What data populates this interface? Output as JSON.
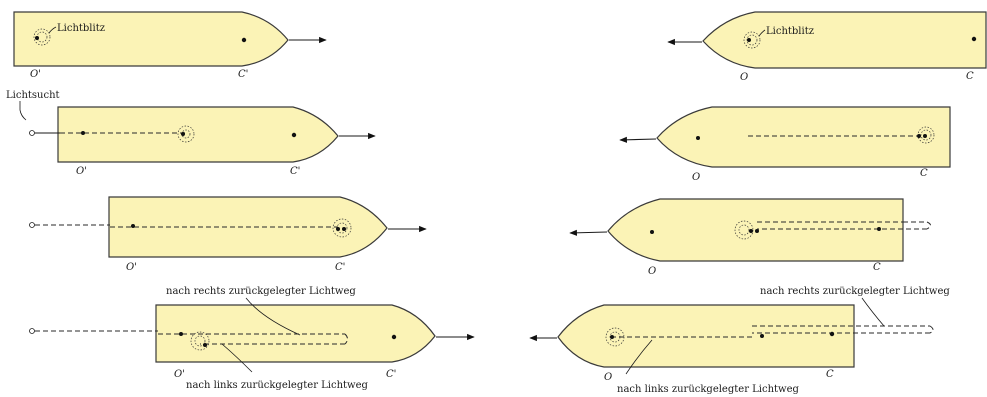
{
  "labels": {
    "flash": "Lichtblitz",
    "origin_left": "O'",
    "origin_right": "O",
    "center_left": "C'",
    "center_right": "C",
    "observer": "Lichtsucht",
    "path_right": "nach rechts zurückgelegter Lichtweg",
    "path_left": "nach links zurückgelegter Lichtweg"
  },
  "colors": {
    "ship_fill": "#fbf3b6",
    "stroke": "#3a3a3a"
  }
}
